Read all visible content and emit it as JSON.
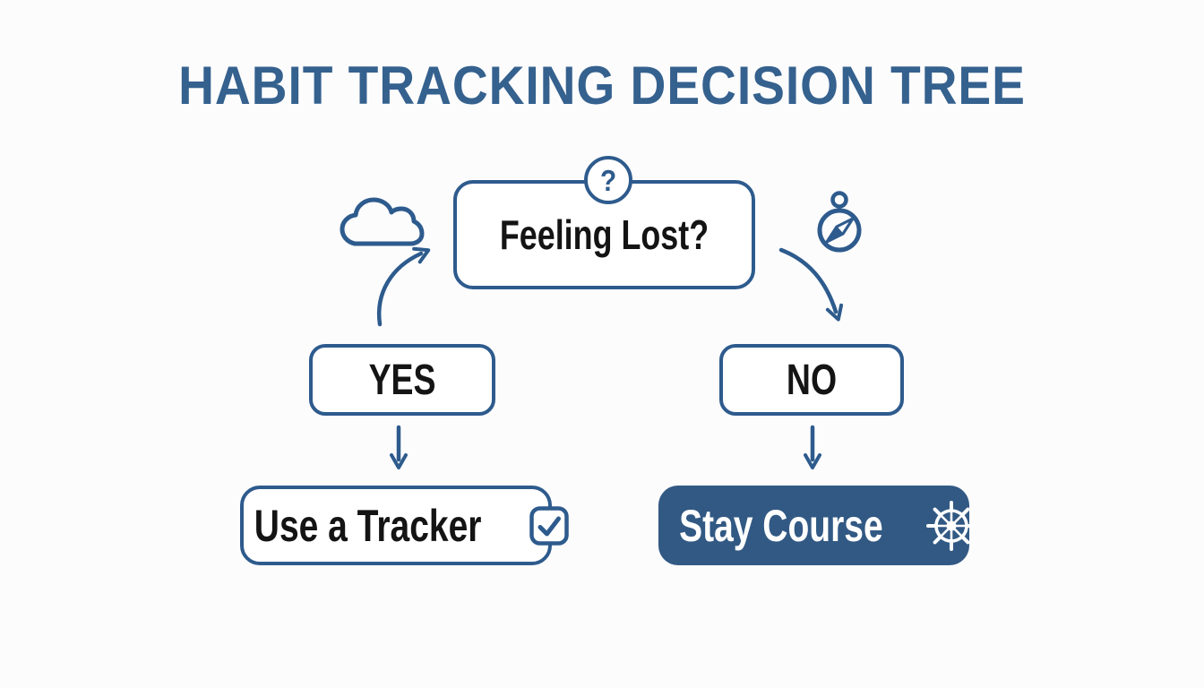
{
  "title": "HABIT TRACKING DECISION TREE",
  "colors": {
    "accent": "#2e5b8d",
    "node_fill": "#ffffff",
    "action_fill": "#325984",
    "text_dark": "#141414",
    "text_light": "#ffffff",
    "background": "#fcfcfd",
    "title_color": "#35618e"
  },
  "nodes": {
    "question": {
      "label": "Feeling Lost?",
      "badge": "?",
      "badge_icon": "question-mark-badge"
    },
    "yes": {
      "label": "YES"
    },
    "no": {
      "label": "NO"
    },
    "use_tracker": {
      "label": "Use a Tracker",
      "icon": "checkbox-checked"
    },
    "stay_course": {
      "label": "Stay Course",
      "icon": "ship-wheel"
    }
  },
  "decorative_icons": {
    "left_of_question": "cloud",
    "right_of_question": "compass"
  },
  "edges": [
    {
      "from": "yes",
      "to": "question",
      "style": "curved"
    },
    {
      "from": "question",
      "to": "no",
      "style": "curved"
    },
    {
      "from": "yes",
      "to": "use_tracker",
      "style": "straight"
    },
    {
      "from": "no",
      "to": "stay_course",
      "style": "straight"
    }
  ]
}
